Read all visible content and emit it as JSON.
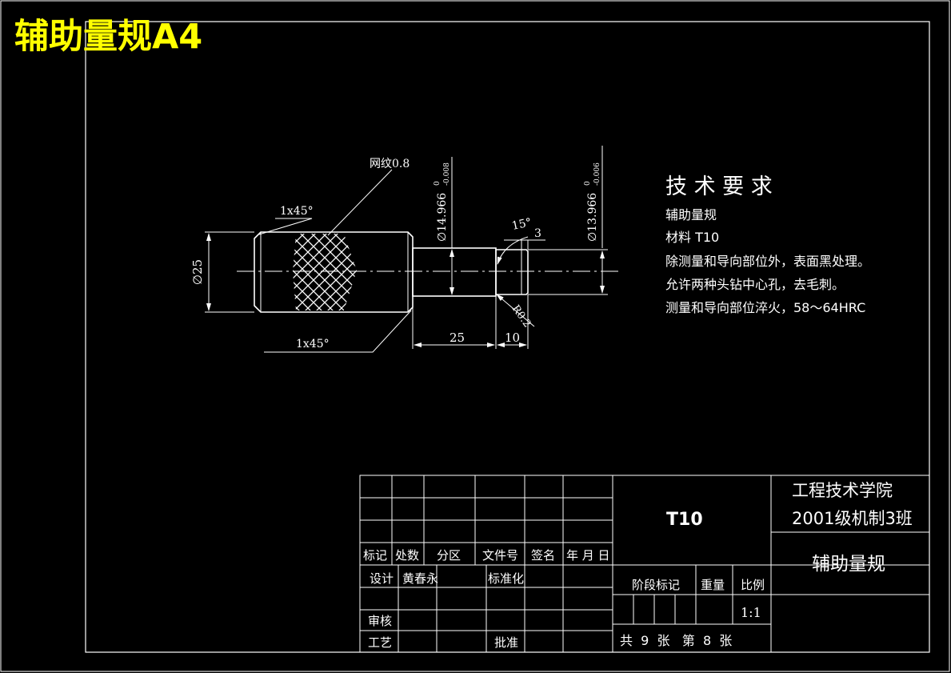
{
  "sheet_title": "辅助量规A4",
  "colors": {
    "background": "#000000",
    "lines": "#ffffff",
    "sheet_title": "#ffff00"
  },
  "callouts": {
    "knurl": "网纹0.8",
    "chamfer_top": "1x45°",
    "chamfer_bottom": "1x45°"
  },
  "dimensions": {
    "dia_body": "∅25",
    "dia_gauge": "∅14.966",
    "dia_gauge_tol_upper": "0",
    "dia_gauge_tol_lower": "-0.008",
    "dia_guide": "∅13.966",
    "dia_guide_tol_upper": "0",
    "dia_guide_tol_lower": "-0.006",
    "angle": "15°",
    "length_small": "3",
    "radius": "R0.2",
    "length_gauge": "25",
    "length_guide": "10"
  },
  "tech_requirements": {
    "heading": "技 术 要 求",
    "lines": [
      "辅助量规",
      "材料  T10",
      "除测量和导向部位外，表面黑处理。",
      "允许两种头钻中心孔，去毛刺。",
      "测量和导向部位淬火，58～64HRC"
    ]
  },
  "title_block": {
    "material": "T10",
    "school_line1": "工程技术学院",
    "school_line2": "2001级机制3班",
    "part_name": "辅助量规",
    "headers": [
      "标记",
      "处数",
      "分区",
      "文件号",
      "签名",
      "年 月 日"
    ],
    "design_label": "设计",
    "designer": "黄春永",
    "standardization_label": "标准化",
    "stage_label": "阶段标记",
    "weight_label": "重量",
    "scale_label": "比例",
    "scale_value": "1:1",
    "review_label": "审核",
    "process_label": "工艺",
    "approve_label": "批准",
    "sheet_count": "共  9  张   第  8  张"
  }
}
